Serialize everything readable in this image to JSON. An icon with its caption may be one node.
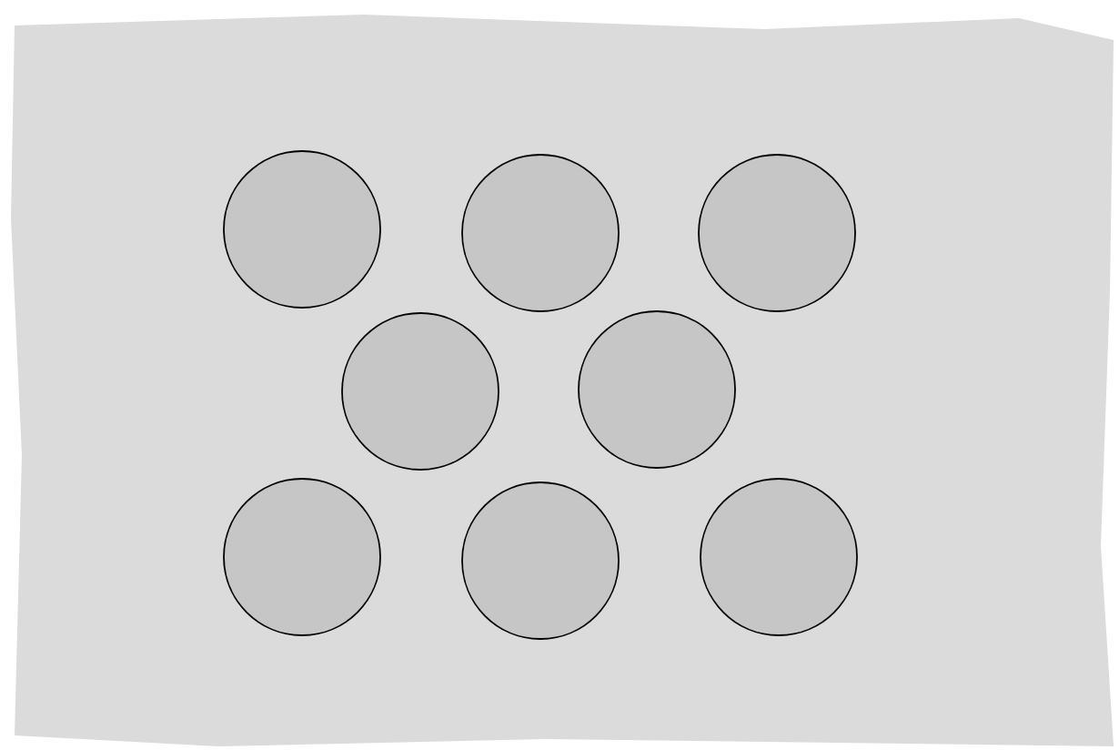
{
  "diagram": {
    "nodes": [
      {
        "text": [],
        "shape": "circle"
      },
      {
        "text": [],
        "shape": "circle"
      },
      {
        "text": [],
        "shape": "circle"
      },
      {
        "text": [],
        "shape": "circle"
      },
      {
        "text": [],
        "shape": "circle"
      },
      {
        "text": [],
        "shape": "circle"
      },
      {
        "text": [],
        "shape": "circle"
      },
      {
        "text": [],
        "shape": "circle"
      }
    ]
  }
}
